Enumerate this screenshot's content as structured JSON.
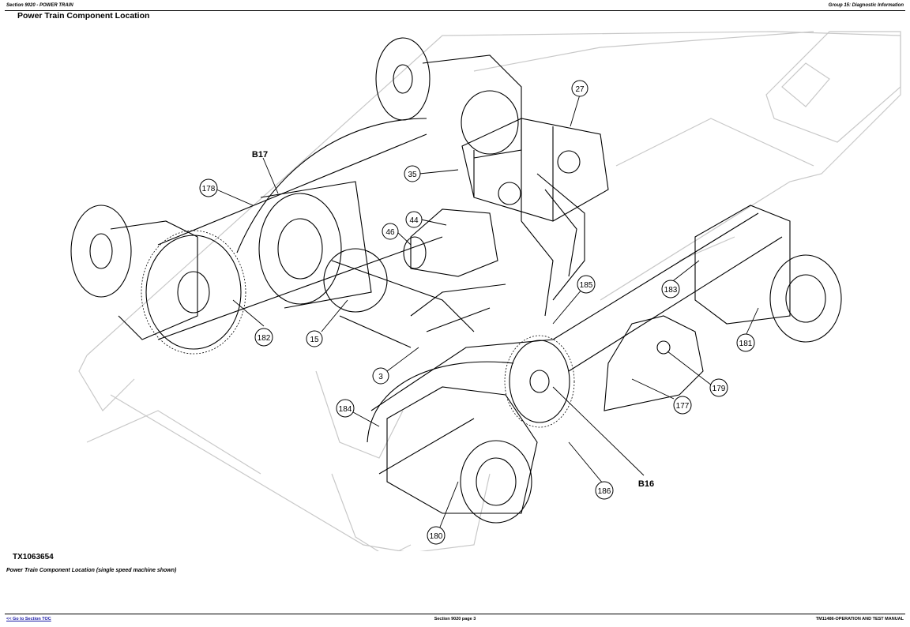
{
  "header": {
    "section": "Section 9020 - POWER TRAIN",
    "group": "Group 15: Diagnostic Information"
  },
  "page_title": "Power Train Component Location",
  "figure": {
    "code": "TX1063654",
    "caption": "Power Train Component Location (single speed machine shown)",
    "callouts": {
      "c27": "27",
      "c35": "35",
      "c44": "44",
      "c46": "46",
      "c178": "178",
      "c182": "182",
      "c15": "15",
      "c3": "3",
      "c185": "185",
      "c183": "183",
      "c181": "181",
      "c179": "179",
      "c177": "177",
      "c184": "184",
      "c186": "186",
      "c180": "180",
      "b17": "B17",
      "b16": "B16"
    }
  },
  "footer": {
    "link": "<< Go to Section TOC",
    "page": "Section 9020 page 3",
    "manual": "TM11486-OPERATION AND TEST MANUAL"
  },
  "colors": {
    "line": "#000000",
    "faint": "#c8c8c8",
    "link": "#1a1aa6"
  }
}
